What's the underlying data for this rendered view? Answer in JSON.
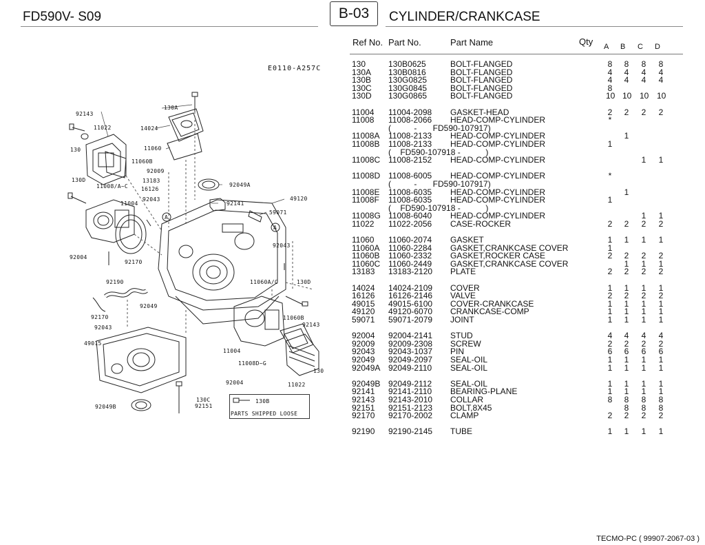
{
  "header": {
    "model": "FD590V- S09",
    "page_code": "B-03",
    "section_title": "CYLINDER/CRANKCASE"
  },
  "diagram": {
    "drawing_code": "E0110-A257C",
    "loose_note": "PARTS SHIPPED LOOSE",
    "callouts": [
      "130A",
      "92143",
      "11022",
      "14024",
      "130",
      "11060",
      "11060B",
      "92009",
      "13183",
      "16126",
      "130D",
      "11008/A~C",
      "11004",
      "92043",
      "92049A",
      "92141",
      "49120",
      "59071",
      "A",
      "A",
      "92004",
      "92043",
      "92170",
      "92190",
      "11060A/C",
      "130D",
      "92049",
      "92170",
      "11060B",
      "92043",
      "92143",
      "49015",
      "11004",
      "11008D~G",
      "130",
      "92004",
      "11022",
      "92049B",
      "130C",
      "92151",
      "130B"
    ]
  },
  "table": {
    "headers": {
      "ref": "Ref No.",
      "part": "Part No.",
      "name": "Part Name",
      "qty": "Qty",
      "a": "A",
      "b": "B",
      "c": "C",
      "d": "D"
    },
    "groups": [
      [
        {
          "ref": "130",
          "part": "130B0625",
          "name": "BOLT-FLANGED",
          "a": "8",
          "b": "8",
          "c": "8",
          "d": "8"
        },
        {
          "ref": "130A",
          "part": "130B0816",
          "name": "BOLT-FLANGED",
          "a": "4",
          "b": "4",
          "c": "4",
          "d": "4"
        },
        {
          "ref": "130B",
          "part": "130G0825",
          "name": "BOLT-FLANGED",
          "a": "4",
          "b": "4",
          "c": "4",
          "d": "4"
        },
        {
          "ref": "130C",
          "part": "130G0845",
          "name": "BOLT-FLANGED",
          "a": "8",
          "b": "",
          "c": "",
          "d": ""
        },
        {
          "ref": "130D",
          "part": "130G0865",
          "name": "BOLT-FLANGED",
          "a": "10",
          "b": "10",
          "c": "10",
          "d": "10"
        }
      ],
      [
        {
          "ref": "11004",
          "part": "11004-2098",
          "name": "GASKET-HEAD",
          "a": "2",
          "b": "2",
          "c": "2",
          "d": "2"
        },
        {
          "ref": "11008",
          "part": "11008-2066",
          "name": "HEAD-COMP-CYLINDER",
          "a": "*",
          "b": "",
          "c": "",
          "d": ""
        },
        {
          "note": "(          -       FD590-107917)"
        },
        {
          "ref": "11008A",
          "part": "11008-2133",
          "name": "HEAD-COMP-CYLINDER",
          "a": "",
          "b": "1",
          "c": "",
          "d": ""
        },
        {
          "ref": "11008B",
          "part": "11008-2133",
          "name": "HEAD-COMP-CYLINDER",
          "a": "1",
          "b": "",
          "c": "",
          "d": ""
        },
        {
          "note": "(    FD590-107918 -           )"
        },
        {
          "ref": "11008C",
          "part": "11008-2152",
          "name": "HEAD-COMP-CYLINDER",
          "a": "",
          "b": "",
          "c": "1",
          "d": "1"
        }
      ],
      [
        {
          "ref": "11008D",
          "part": "11008-6005",
          "name": "HEAD-COMP-CYLINDER",
          "a": "*",
          "b": "",
          "c": "",
          "d": ""
        },
        {
          "note": "(          -       FD590-107917)"
        },
        {
          "ref": "11008E",
          "part": "11008-6035",
          "name": "HEAD-COMP-CYLINDER",
          "a": "",
          "b": "1",
          "c": "",
          "d": ""
        },
        {
          "ref": "11008F",
          "part": "11008-6035",
          "name": "HEAD-COMP-CYLINDER",
          "a": "1",
          "b": "",
          "c": "",
          "d": ""
        },
        {
          "note": "(    FD590-107918 -           )"
        },
        {
          "ref": "11008G",
          "part": "11008-6040",
          "name": "HEAD-COMP-CYLINDER",
          "a": "",
          "b": "",
          "c": "1",
          "d": "1"
        },
        {
          "ref": "11022",
          "part": "11022-2056",
          "name": "CASE-ROCKER",
          "a": "2",
          "b": "2",
          "c": "2",
          "d": "2"
        }
      ],
      [
        {
          "ref": "11060",
          "part": "11060-2074",
          "name": "GASKET",
          "a": "1",
          "b": "1",
          "c": "1",
          "d": "1"
        },
        {
          "ref": "11060A",
          "part": "11060-2284",
          "name": "GASKET,CRANKCASE COVER",
          "a": "1",
          "b": "",
          "c": "",
          "d": ""
        },
        {
          "ref": "11060B",
          "part": "11060-2332",
          "name": "GASKET,ROCKER CASE",
          "a": "2",
          "b": "2",
          "c": "2",
          "d": "2"
        },
        {
          "ref": "11060C",
          "part": "11060-2449",
          "name": "GASKET,CRANKCASE COVER",
          "a": "",
          "b": "1",
          "c": "1",
          "d": "1"
        },
        {
          "ref": "13183",
          "part": "13183-2120",
          "name": "PLATE",
          "a": "2",
          "b": "2",
          "c": "2",
          "d": "2"
        }
      ],
      [
        {
          "ref": "14024",
          "part": "14024-2109",
          "name": "COVER",
          "a": "1",
          "b": "1",
          "c": "1",
          "d": "1"
        },
        {
          "ref": "16126",
          "part": "16126-2146",
          "name": "VALVE",
          "a": "2",
          "b": "2",
          "c": "2",
          "d": "2"
        },
        {
          "ref": "49015",
          "part": "49015-6100",
          "name": "COVER-CRANKCASE",
          "a": "1",
          "b": "1",
          "c": "1",
          "d": "1"
        },
        {
          "ref": "49120",
          "part": "49120-6070",
          "name": "CRANKCASE-COMP",
          "a": "1",
          "b": "1",
          "c": "1",
          "d": "1"
        },
        {
          "ref": "59071",
          "part": "59071-2079",
          "name": "JOINT",
          "a": "1",
          "b": "1",
          "c": "1",
          "d": "1"
        }
      ],
      [
        {
          "ref": "92004",
          "part": "92004-2141",
          "name": "STUD",
          "a": "4",
          "b": "4",
          "c": "4",
          "d": "4"
        },
        {
          "ref": "92009",
          "part": "92009-2308",
          "name": "SCREW",
          "a": "2",
          "b": "2",
          "c": "2",
          "d": "2"
        },
        {
          "ref": "92043",
          "part": "92043-1037",
          "name": "PIN",
          "a": "6",
          "b": "6",
          "c": "6",
          "d": "6"
        },
        {
          "ref": "92049",
          "part": "92049-2097",
          "name": "SEAL-OIL",
          "a": "1",
          "b": "1",
          "c": "1",
          "d": "1"
        },
        {
          "ref": "92049A",
          "part": "92049-2110",
          "name": "SEAL-OIL",
          "a": "1",
          "b": "1",
          "c": "1",
          "d": "1"
        }
      ],
      [
        {
          "ref": "92049B",
          "part": "92049-2112",
          "name": "SEAL-OIL",
          "a": "1",
          "b": "1",
          "c": "1",
          "d": "1"
        },
        {
          "ref": "92141",
          "part": "92141-2110",
          "name": "BEARING-PLANE",
          "a": "1",
          "b": "1",
          "c": "1",
          "d": "1"
        },
        {
          "ref": "92143",
          "part": "92143-2010",
          "name": "COLLAR",
          "a": "8",
          "b": "8",
          "c": "8",
          "d": "8"
        },
        {
          "ref": "92151",
          "part": "92151-2123",
          "name": "BOLT,8X45",
          "a": "",
          "b": "8",
          "c": "8",
          "d": "8"
        },
        {
          "ref": "92170",
          "part": "92170-2002",
          "name": "CLAMP",
          "a": "2",
          "b": "2",
          "c": "2",
          "d": "2"
        }
      ],
      [
        {
          "ref": "92190",
          "part": "92190-2145",
          "name": "TUBE",
          "a": "1",
          "b": "1",
          "c": "1",
          "d": "1"
        }
      ]
    ]
  },
  "footer": {
    "text": "TECMO-PC  ( 99907-2067-03 )"
  }
}
